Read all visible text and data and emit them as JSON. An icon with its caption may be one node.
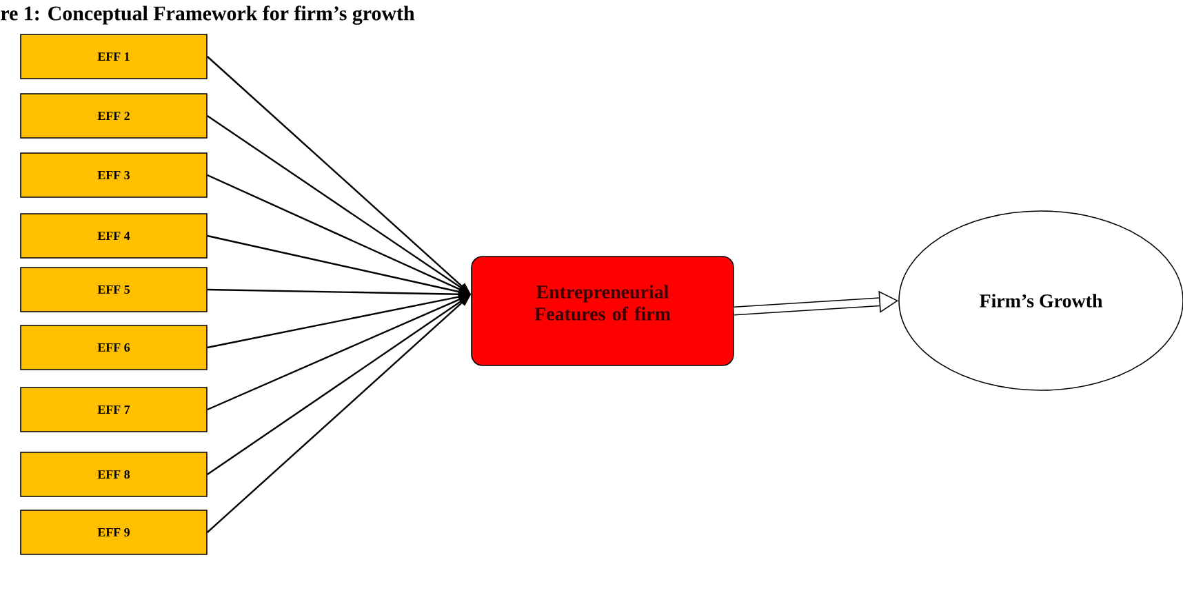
{
  "diagram": {
    "title": "re 1: Conceptual Framework for firm’s growth",
    "nodes": [
      {
        "text": [
          "EFF 1"
        ]
      },
      {
        "text": [
          "EFF 2"
        ]
      },
      {
        "text": [
          "EFF 3"
        ]
      },
      {
        "text": [
          "EFF 4"
        ]
      },
      {
        "text": [
          "EFF 5"
        ]
      },
      {
        "text": [
          "EFF 6"
        ]
      },
      {
        "text": [
          "EFF 7"
        ]
      },
      {
        "text": [
          "EFF 8"
        ]
      },
      {
        "text": [
          "EFF 9"
        ]
      },
      {
        "text": [
          "Entrepreneurial Features of firm"
        ]
      },
      {
        "text": [
          "Firm’s Growth"
        ]
      }
    ],
    "edges": [
      {
        "from": 0,
        "to": 9,
        "arrow": "to"
      },
      {
        "from": 1,
        "to": 9,
        "arrow": "to"
      },
      {
        "from": 2,
        "to": 9,
        "arrow": "to"
      },
      {
        "from": 3,
        "to": 9,
        "arrow": "to"
      },
      {
        "from": 4,
        "to": 9,
        "arrow": "to"
      },
      {
        "from": 5,
        "to": 9,
        "arrow": "to"
      },
      {
        "from": 6,
        "to": 9,
        "arrow": "to"
      },
      {
        "from": 7,
        "to": 9,
        "arrow": "to"
      },
      {
        "from": 8,
        "to": 9,
        "arrow": "to"
      },
      {
        "from": 9,
        "to": 10,
        "arrow": "to",
        "style": "thick"
      }
    ]
  }
}
